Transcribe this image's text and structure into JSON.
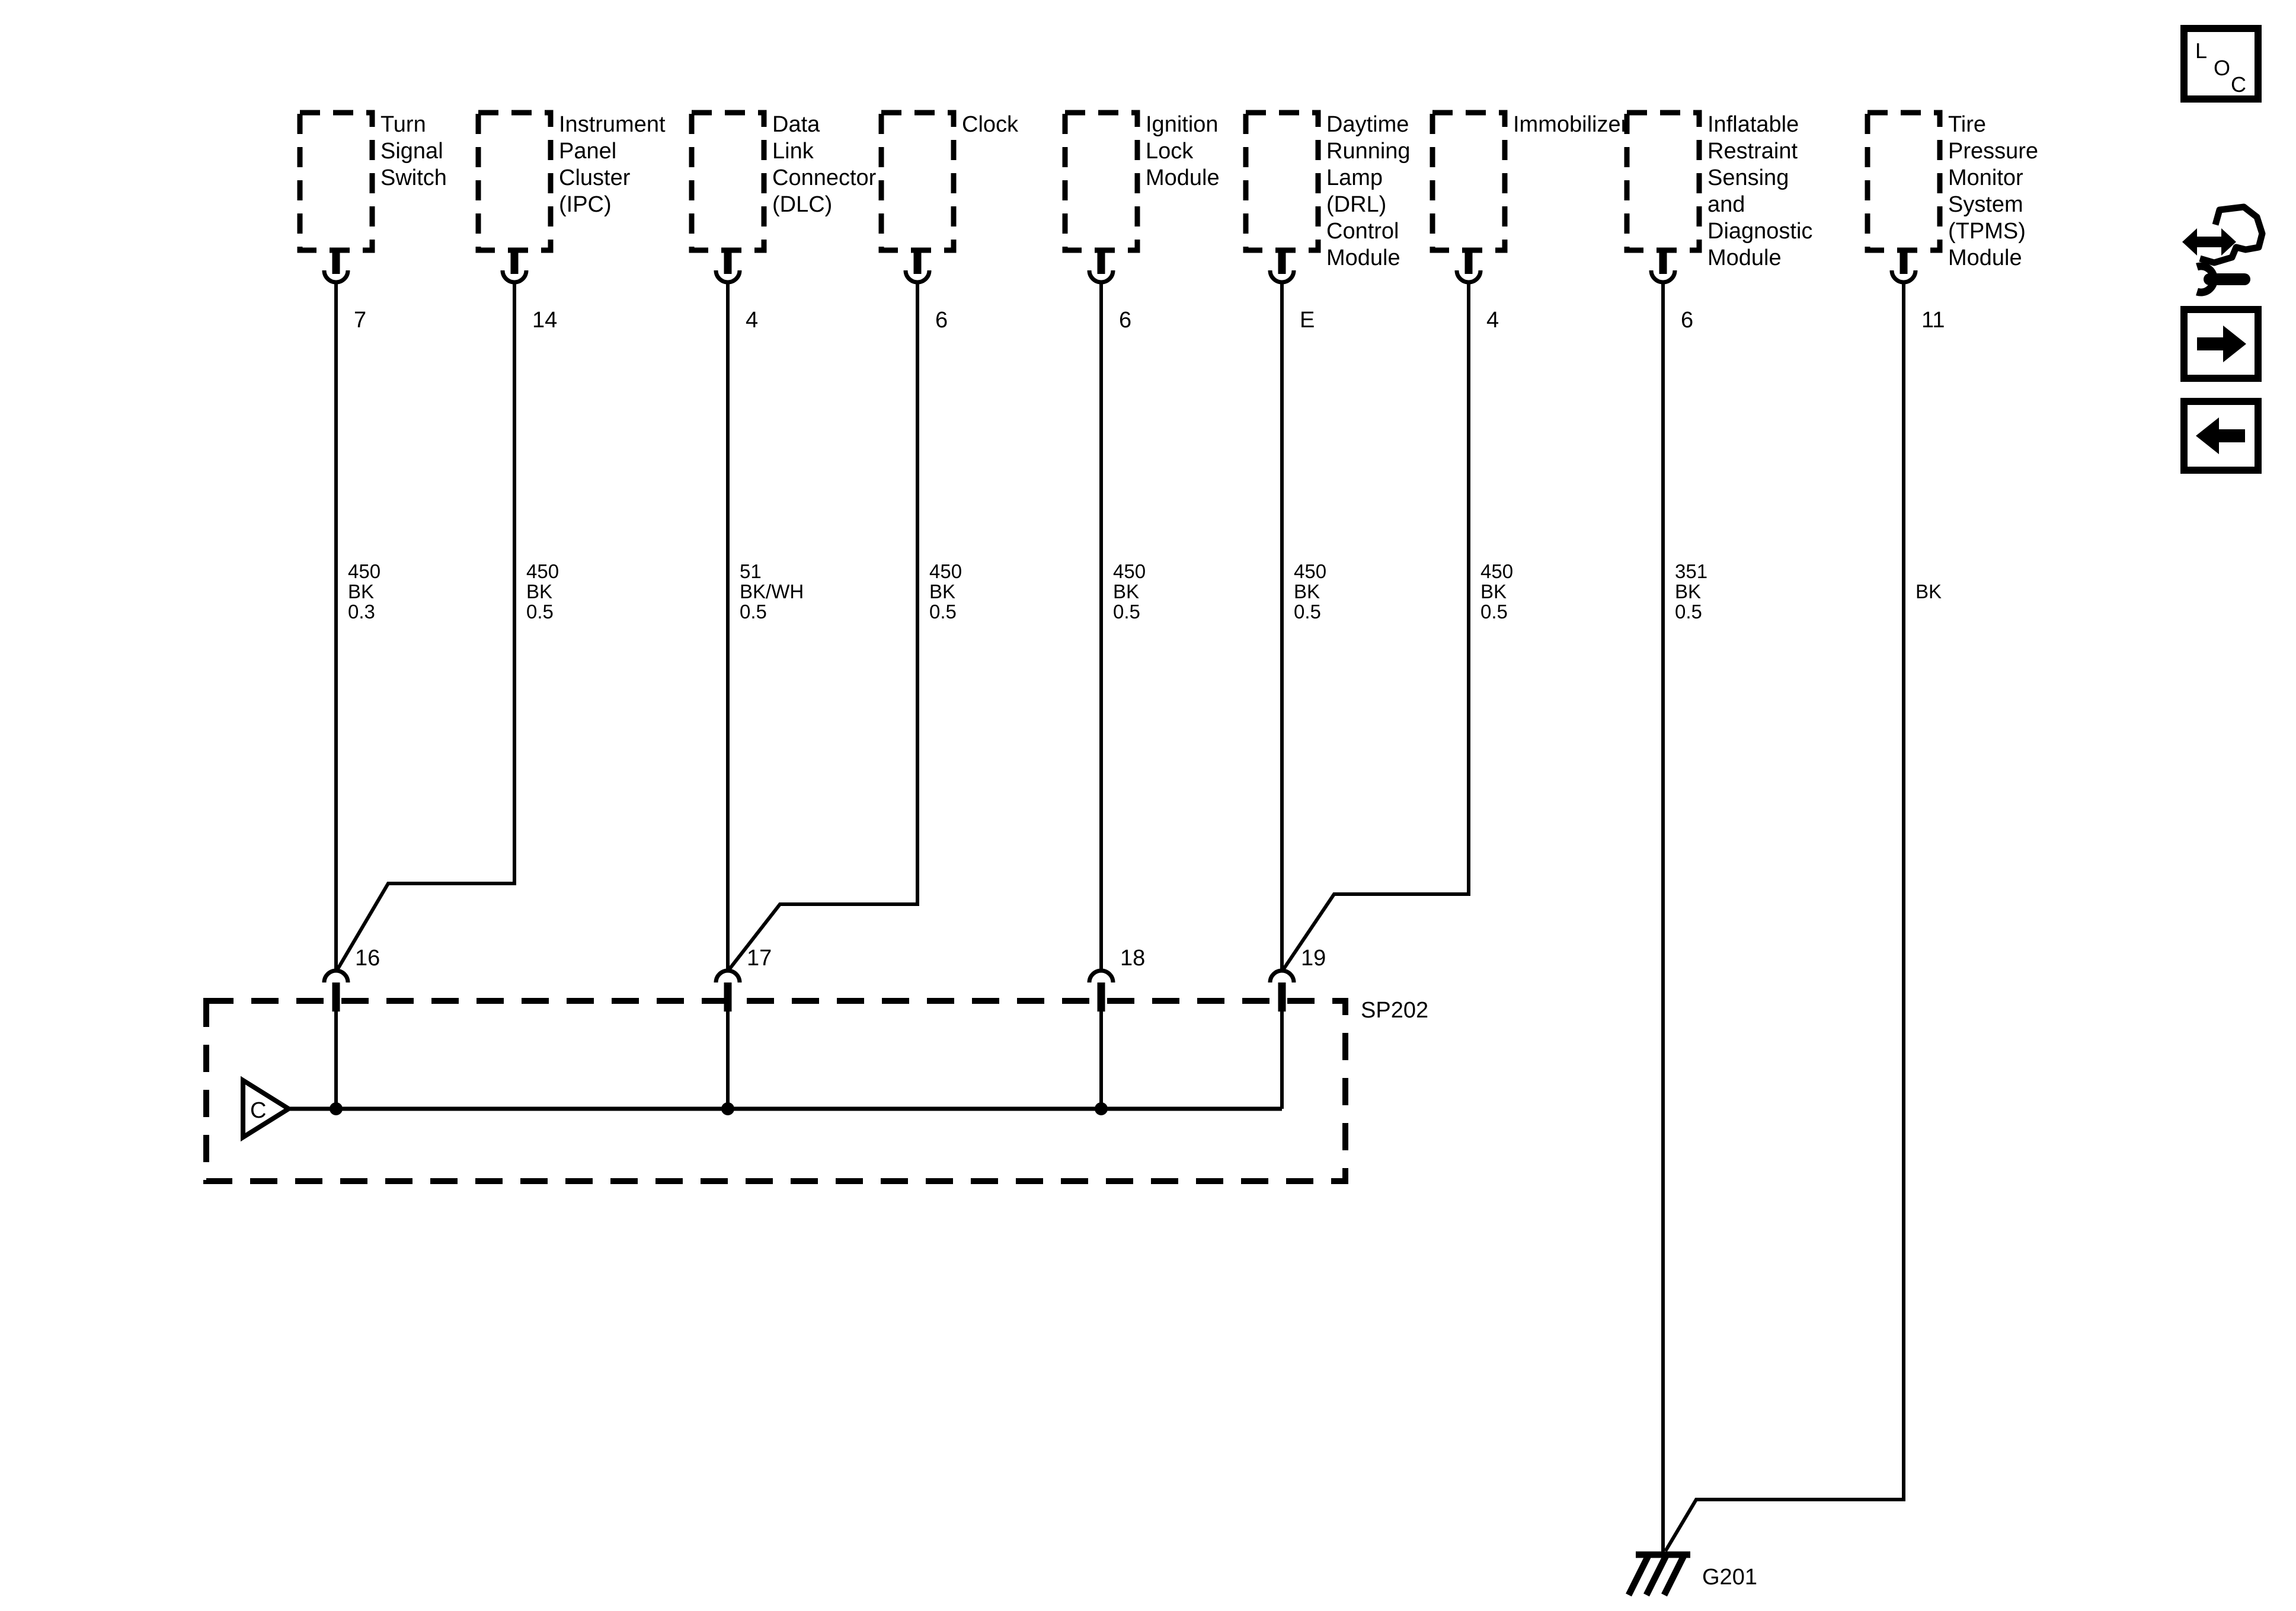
{
  "page": {
    "paper_color": "#ffffff",
    "ink_color": "#000000"
  },
  "components": [
    {
      "name": "turn-signal-switch",
      "label_lines": [
        "Turn",
        "Signal",
        "Switch"
      ],
      "pin": "7",
      "wire_lines": [
        "450",
        "BK",
        "0.3"
      ]
    },
    {
      "name": "instrument-panel-cluster",
      "label_lines": [
        "Instrument",
        "Panel",
        "Cluster",
        "(IPC)"
      ],
      "pin": "14",
      "wire_lines": [
        "450",
        "BK",
        "0.5"
      ]
    },
    {
      "name": "data-link-connector",
      "label_lines": [
        "Data",
        "Link",
        "Connector",
        "(DLC)"
      ],
      "pin": "4",
      "wire_lines": [
        "51",
        "BK/WH",
        "0.5"
      ]
    },
    {
      "name": "clock",
      "label_lines": [
        "Clock"
      ],
      "pin": "6",
      "wire_lines": [
        "450",
        "BK",
        "0.5"
      ]
    },
    {
      "name": "ignition-lock-module",
      "label_lines": [
        "Ignition",
        "Lock",
        "Module"
      ],
      "pin": "6",
      "wire_lines": [
        "450",
        "BK",
        "0.5"
      ]
    },
    {
      "name": "drl-control-module",
      "label_lines": [
        "Daytime",
        "Running",
        "Lamp",
        "(DRL)",
        "Control",
        "Module"
      ],
      "pin": "E",
      "wire_lines": [
        "450",
        "BK",
        "0.5"
      ]
    },
    {
      "name": "immobilizer",
      "label_lines": [
        "Immobilizer"
      ],
      "pin": "4",
      "wire_lines": [
        "450",
        "BK",
        "0.5"
      ]
    },
    {
      "name": "inflatable-restraint-sdm",
      "label_lines": [
        "Inflatable",
        "Restraint",
        "Sensing",
        "and",
        "Diagnostic",
        "Module"
      ],
      "pin": "6",
      "wire_lines": [
        "351",
        "BK",
        "0.5"
      ]
    },
    {
      "name": "tpms-module",
      "label_lines": [
        "Tire",
        "Pressure",
        "Monitor",
        "System",
        "(TPMS)",
        "Module"
      ],
      "pin": "11",
      "wire_lines": [
        "BK"
      ]
    }
  ],
  "splice": {
    "label": "SP202",
    "connector_letter": "C",
    "pins": [
      "16",
      "17",
      "18",
      "19"
    ]
  },
  "ground": {
    "label": "G201"
  },
  "legend": {
    "loc_letters": [
      "L",
      "O",
      "C"
    ]
  }
}
